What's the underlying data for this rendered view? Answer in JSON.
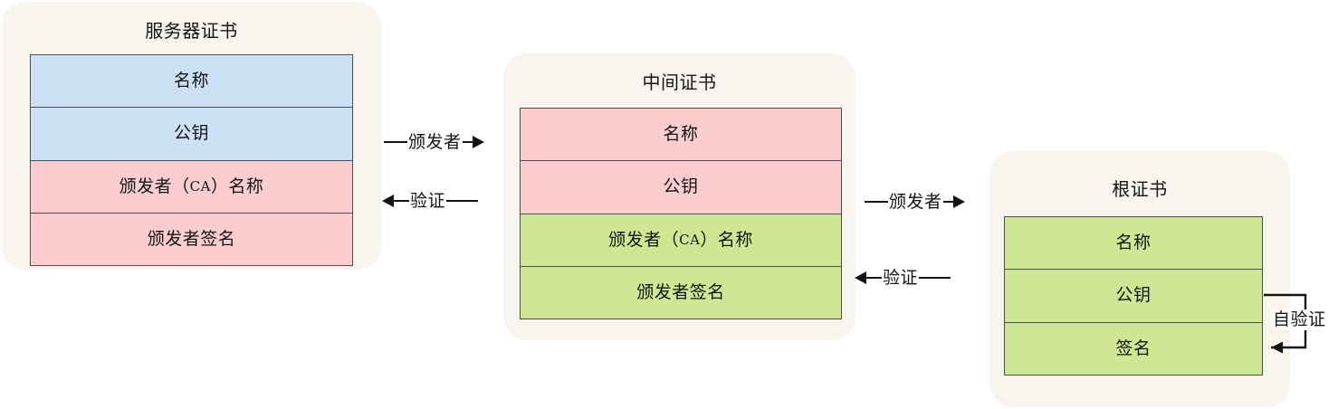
{
  "diagram": {
    "title_semantic": "certificate-chain-of-trust",
    "colors": {
      "card_background": "#f7f5ee",
      "row_blue": "#cce1f5",
      "row_pink": "#fbcdce",
      "row_green": "#cde792",
      "border": "#4a4f55",
      "line": "#141414",
      "page_background": "#ffffff"
    }
  },
  "cards": [
    {
      "id": "server-certificate",
      "title": "服务器证书",
      "rows": [
        {
          "label": "名称",
          "fill": "blue"
        },
        {
          "label": "公钥",
          "fill": "blue"
        },
        {
          "label_prefix": "颁发者（",
          "label_mono": "CA",
          "label_suffix": "）名称",
          "fill": "pink"
        },
        {
          "label": "颁发者签名",
          "fill": "pink"
        }
      ]
    },
    {
      "id": "intermediate-certificate",
      "title": "中间证书",
      "rows": [
        {
          "label": "名称",
          "fill": "pink"
        },
        {
          "label": "公钥",
          "fill": "pink"
        },
        {
          "label_prefix": "颁发者（",
          "label_mono": "CA",
          "label_suffix": "）名称",
          "fill": "green"
        },
        {
          "label": "颁发者签名",
          "fill": "green"
        }
      ]
    },
    {
      "id": "root-certificate",
      "title": "根证书",
      "rows": [
        {
          "label": "名称",
          "fill": "green"
        },
        {
          "label": "公钥",
          "fill": "green"
        },
        {
          "label": "签名",
          "fill": "green"
        }
      ]
    }
  ],
  "connectors": [
    {
      "id": "server-to-intermediate-issuer",
      "label": "颁发者",
      "direction": "right"
    },
    {
      "id": "intermediate-to-server-verify",
      "label": "验证",
      "direction": "left"
    },
    {
      "id": "intermediate-to-root-issuer",
      "label": "颁发者",
      "direction": "right"
    },
    {
      "id": "root-to-intermediate-verify",
      "label": "验证",
      "direction": "left"
    }
  ],
  "self_loop": {
    "id": "root-self-verify",
    "label": "自验证"
  }
}
